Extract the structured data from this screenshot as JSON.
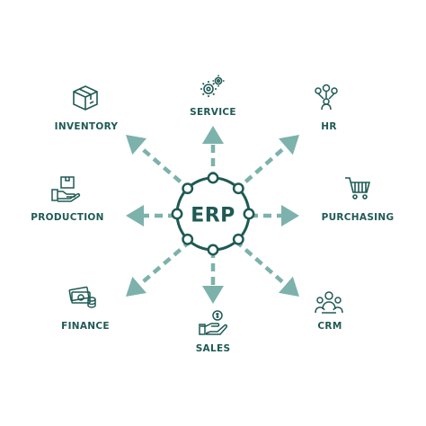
{
  "colors": {
    "primary": "#1f5a55",
    "arrow": "#7cb2ab",
    "hub_ring": "#1f5a55",
    "background": "#ffffff"
  },
  "center": {
    "label": "ERP"
  },
  "modules": [
    {
      "id": "service",
      "label": "SERVICE",
      "icon": "gears-icon"
    },
    {
      "id": "hr",
      "label": "HR",
      "icon": "people-network-icon"
    },
    {
      "id": "purchasing",
      "label": "PURCHASING",
      "icon": "shopping-cart-icon"
    },
    {
      "id": "crm",
      "label": "CRM",
      "icon": "customer-group-icon"
    },
    {
      "id": "sales",
      "label": "SALES",
      "icon": "money-hand-icon"
    },
    {
      "id": "finance",
      "label": "FINANCE",
      "icon": "cash-coins-icon"
    },
    {
      "id": "production",
      "label": "PRODUCTION",
      "icon": "hand-box-icon"
    },
    {
      "id": "inventory",
      "label": "INVENTORY",
      "icon": "box-icon"
    }
  ]
}
